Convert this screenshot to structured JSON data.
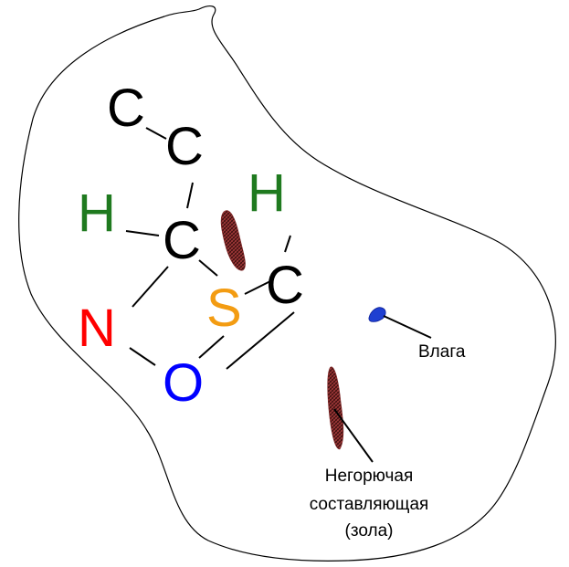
{
  "atoms": [
    {
      "symbol": "C",
      "color": "#000000"
    },
    {
      "symbol": "C",
      "color": "#000000"
    },
    {
      "symbol": "H",
      "color": "#1f7a1f"
    },
    {
      "symbol": "H",
      "color": "#1f7a1f"
    },
    {
      "symbol": "C",
      "color": "#000000"
    },
    {
      "symbol": "S",
      "color": "#f39c12"
    },
    {
      "symbol": "C",
      "color": "#000000"
    },
    {
      "symbol": "N",
      "color": "#ff0000"
    },
    {
      "symbol": "O",
      "color": "#0000ff"
    }
  ],
  "labels": {
    "moisture": "Влага",
    "ash_line1": "Негорючая",
    "ash_line2": "составляющая",
    "ash_line3": "(зола)"
  },
  "colors": {
    "moisture_blob": "#1f3fd1",
    "ash_particle": "#8b2a2a"
  }
}
